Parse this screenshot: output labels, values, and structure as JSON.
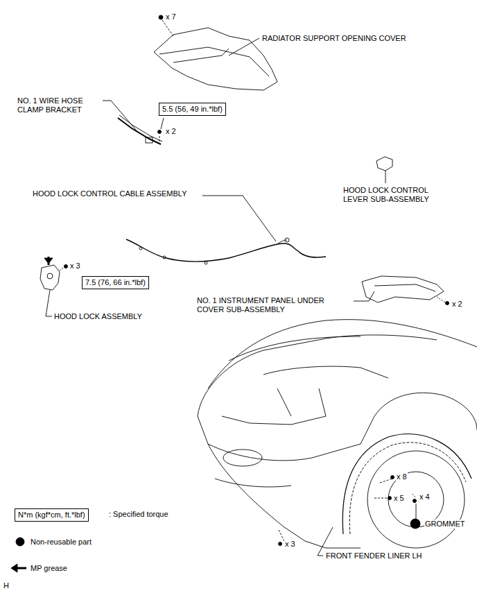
{
  "diagram": {
    "nodes": [
      {
        "text": [
          "5.5 (56, 49 in.*lbf)"
        ]
      },
      {
        "text": [
          "7.5 (76, 66 in.*lbf)"
        ]
      },
      {
        "text": [
          "N*m (kgf*cm, ft.*lbf)"
        ]
      }
    ],
    "labels": [
      "x 7",
      "RADIATOR SUPPORT OPENING COVER",
      "NO. 1 WIRE HOSE CLAMP BRACKET",
      "x 2",
      "HOOD LOCK CONTROL CABLE ASSEMBLY",
      "HOOD LOCK CONTROL LEVER SUB-ASSEMBLY",
      "x 3",
      "HOOD LOCK ASSEMBLY",
      "NO. 1 INSTRUMENT PANEL UNDER COVER SUB-ASSEMBLY",
      "x 2",
      "x 8",
      "x 5",
      "x 4",
      "GROMMET",
      "x 3",
      "FRONT FENDER LINER LH",
      "H"
    ],
    "legend": [
      {
        "text": ": Specified torque"
      },
      {
        "text": "Non-reusable part"
      },
      {
        "text": "MP grease"
      }
    ]
  }
}
